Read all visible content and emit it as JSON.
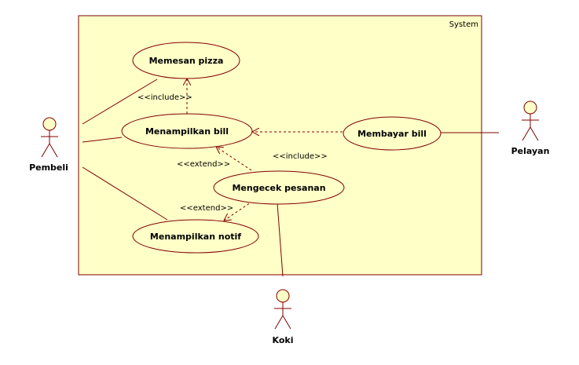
{
  "system": {
    "label": "System"
  },
  "actors": {
    "pembeli": "Pembeli",
    "pelayan": "Pelayan",
    "koki": "Koki"
  },
  "use_cases": {
    "memesan_pizza": "Memesan pizza",
    "menampilkan_bill": "Menampilkan bill",
    "membayar_bill": "Membayar bill",
    "mengecek_pesanan": "Mengecek pesanan",
    "menampilkan_notif": "Menampilkan notif"
  },
  "relations": {
    "include_1": "<<include>>",
    "include_2": "<<include>>",
    "extend_1": "<<extend>>",
    "extend_2": "<<extend>>"
  },
  "colors": {
    "fill": "#ffffc8",
    "stroke": "#800000",
    "text": "#000000"
  }
}
